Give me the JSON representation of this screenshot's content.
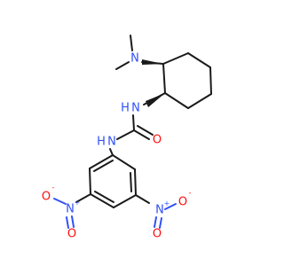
{
  "molecule": {
    "atoms": {
      "n_dimethyl": "N",
      "n_amide_upper": "N",
      "h_amide_upper": "H",
      "n_amide_lower": "N",
      "h_amide_lower": "H",
      "o_carbonyl": "O",
      "n_nitro_left": "N",
      "n_nitro_left_charge": "+",
      "o_nitro_left_top": "O",
      "o_nitro_left_top_charge": "-",
      "o_nitro_left_bottom": "O",
      "n_nitro_right": "N",
      "n_nitro_right_charge": "+",
      "o_nitro_right_right": "O",
      "o_nitro_right_right_charge": "-",
      "o_nitro_right_bottom": "O"
    },
    "colors": {
      "carbon_bond": "#1a1a1a",
      "nitrogen": "#3050f8",
      "oxygen": "#ff0d0d"
    }
  }
}
